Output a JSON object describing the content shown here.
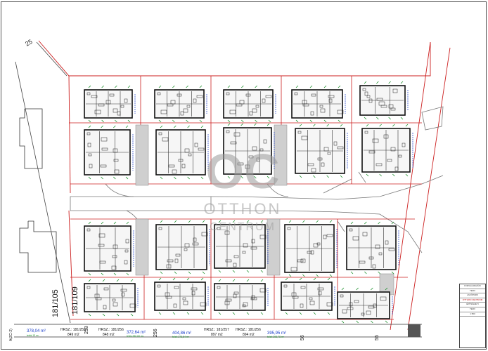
{
  "plan": {
    "street_label_top": "25",
    "parcel_labels": [
      "181/105",
      "181/109"
    ],
    "watermark": {
      "monogram": "OC",
      "line1": "OTTHON",
      "line2": "CENTRUM"
    },
    "bottom_strip": [
      {
        "id": "lot-a",
        "area": "378,04 m²",
        "note": "telek 13 m²",
        "hrsz": "",
        "size": ""
      },
      {
        "id": "lot-b",
        "area": "",
        "note": "",
        "hrsz": "HRSZ.: 181/255",
        "size": "849 m2"
      },
      {
        "id": "lot-c",
        "area": "",
        "note": "",
        "hrsz": "HRSZ.: 181/256",
        "size": "848 m2"
      },
      {
        "id": "lot-d",
        "area": "372,64 m²",
        "note": "telek 280,60 m²",
        "hrsz": "",
        "size": ""
      },
      {
        "id": "lot-e",
        "area": "404,86 m²",
        "note": "telek 278,54 m²",
        "hrsz": "",
        "size": ""
      },
      {
        "id": "lot-f",
        "area": "",
        "note": "",
        "hrsz": "HRSZ.: 181/257",
        "size": "897 m2"
      },
      {
        "id": "lot-g",
        "area": "",
        "note": "",
        "hrsz": "HRSZ.: 181/256",
        "size": "894 m2"
      },
      {
        "id": "lot-h",
        "area": "395,95 m²",
        "note": "telek 298,78 m²",
        "hrsz": "",
        "size": ""
      }
    ],
    "edge_numbers": [
      "258",
      "256",
      "56",
      "55"
    ],
    "left_strip_label": "A(ZC-2)",
    "title_block": {
      "rows": [
        "FORGALMAZÁSI",
        "TERV",
        "LAKÓPARK",
        "ÉPÍTÉSZETI",
        "TERV",
        "1:500"
      ],
      "highlight": "OTTHON CENTRUM"
    }
  },
  "colors": {
    "parcel_line": "#cc1f1f",
    "building_line": "#111111",
    "dimension_green": "#1a8f2a",
    "annotation_blue": "#1a3ec8",
    "road_line": "#777777",
    "watermark": "#9a9a9a"
  }
}
